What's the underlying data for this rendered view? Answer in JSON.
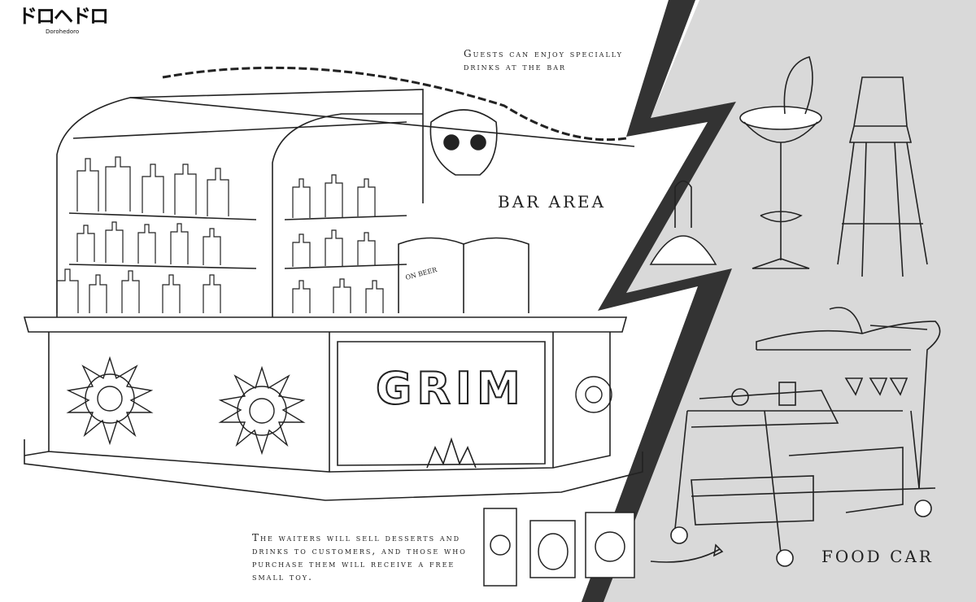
{
  "logo": {
    "japanese": "ドロヘドロ",
    "english": "Dorohedoro"
  },
  "bar": {
    "title": "BAR AREA",
    "note": "Guests can enjoy specially drinks at the bar",
    "sign": "GRIM",
    "tap_label": "ON BEER"
  },
  "food_cart": {
    "title": "FOOD CAR",
    "note": "The waiters will sell desserts and drinks to customers, and those who purchase them will receive a free small toy."
  },
  "colors": {
    "background": "#ffffff",
    "panel": "#d9d9d9",
    "stroke": "#222222",
    "divider": "#333333"
  }
}
